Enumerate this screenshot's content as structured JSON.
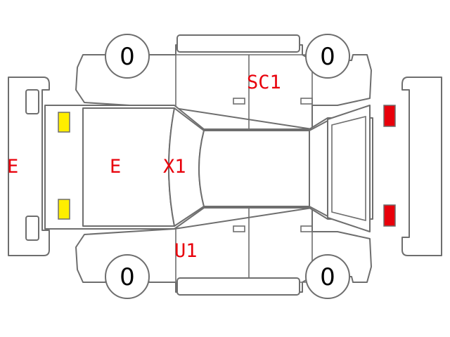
{
  "colors": {
    "outline": "#6e6e6e",
    "damage_code": "#e8000b",
    "tire_value": "#000000",
    "front_lamp": "#ffee00",
    "rear_lamp": "#e8000b"
  },
  "tires": {
    "front_top": "0",
    "rear_top": "0",
    "front_bottom": "0",
    "rear_bottom": "0"
  },
  "damage_codes": {
    "front_bumper": "E",
    "hood": "E",
    "windshield": "X1",
    "top_rear_door": "SC1",
    "bottom_front_door": "U1"
  }
}
